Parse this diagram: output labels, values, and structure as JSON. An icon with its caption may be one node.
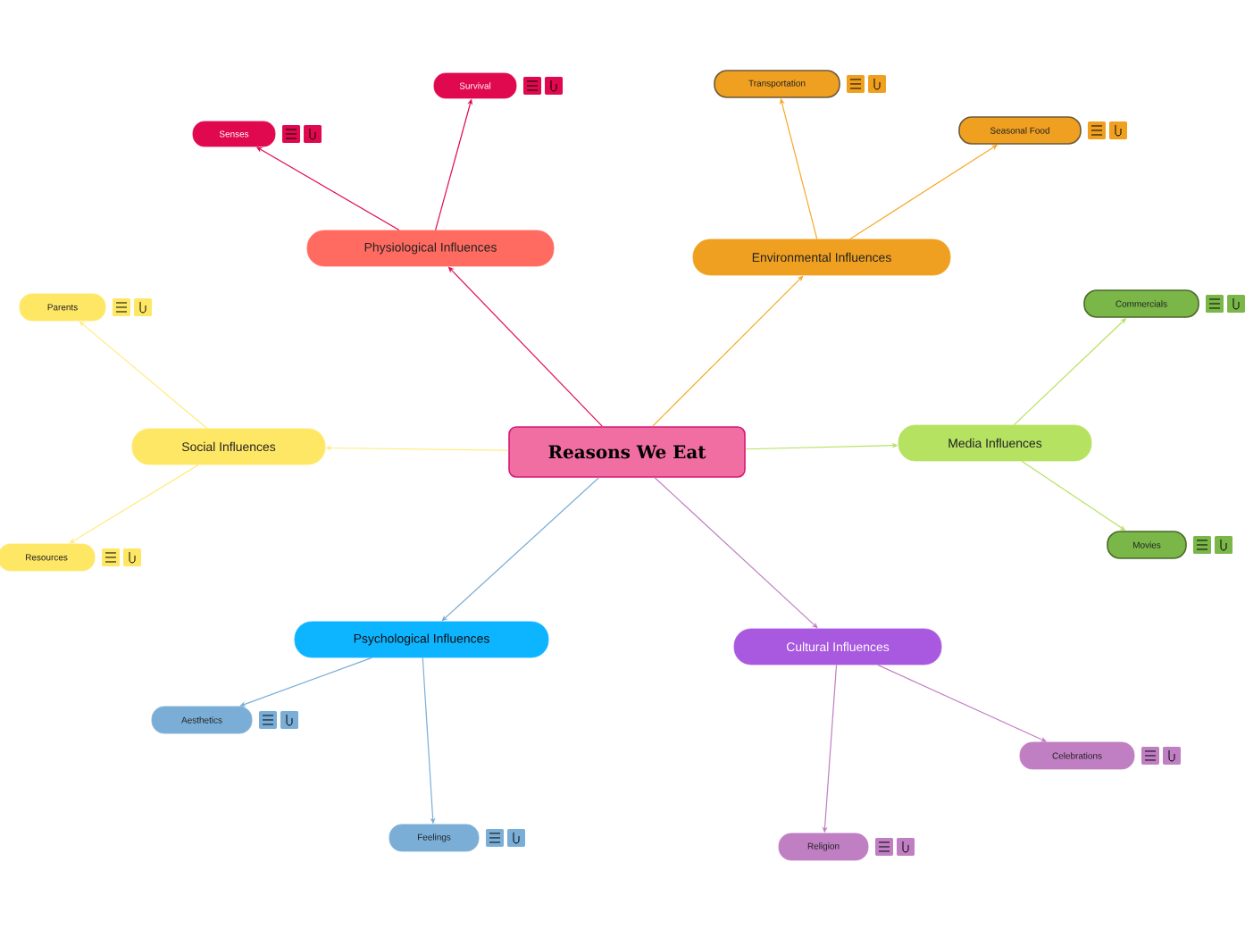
{
  "diagram": {
    "nodes": [
      {
        "text": [
          "Reasons We Eat"
        ]
      },
      {
        "text": [
          "Physiological Influences"
        ]
      },
      {
        "text": [
          "Senses"
        ]
      },
      {
        "text": [
          "Survival"
        ]
      },
      {
        "text": [
          "Environmental Influences"
        ]
      },
      {
        "text": [
          "Transportation"
        ]
      },
      {
        "text": [
          "Seasonal Food"
        ]
      },
      {
        "text": [
          "Social Influences"
        ]
      },
      {
        "text": [
          "Parents"
        ]
      },
      {
        "text": [
          "Resources"
        ]
      },
      {
        "text": [
          "Media Influences"
        ]
      },
      {
        "text": [
          "Commercials"
        ]
      },
      {
        "text": [
          "Movies"
        ]
      },
      {
        "text": [
          "Psychological Influences"
        ]
      },
      {
        "text": [
          "Aesthetics"
        ]
      },
      {
        "text": [
          "Feelings"
        ]
      },
      {
        "text": [
          "Cultural Influences"
        ]
      },
      {
        "text": [
          "Religion"
        ]
      },
      {
        "text": [
          "Celebrations"
        ]
      }
    ],
    "edges": [
      {
        "from": 0,
        "to": 1,
        "arrow": "to",
        "color": "#e0094f"
      },
      {
        "from": 1,
        "to": 2,
        "arrow": "to",
        "color": "#e0094f"
      },
      {
        "from": 1,
        "to": 3,
        "arrow": "to",
        "color": "#e0094f"
      },
      {
        "from": 0,
        "to": 4,
        "arrow": "to",
        "color": "#f7a825"
      },
      {
        "from": 4,
        "to": 5,
        "arrow": "to",
        "color": "#f7a825"
      },
      {
        "from": 4,
        "to": 6,
        "arrow": "to",
        "color": "#f7a825"
      },
      {
        "from": 0,
        "to": 7,
        "arrow": "to",
        "color": "#ffec80"
      },
      {
        "from": 7,
        "to": 8,
        "arrow": "to",
        "color": "#ffec80"
      },
      {
        "from": 7,
        "to": 9,
        "arrow": "to",
        "color": "#ffec80"
      },
      {
        "from": 0,
        "to": 10,
        "arrow": "to",
        "color": "#b5e261"
      },
      {
        "from": 10,
        "to": 11,
        "arrow": "to",
        "color": "#b5e261"
      },
      {
        "from": 10,
        "to": 12,
        "arrow": "to",
        "color": "#b5e261"
      },
      {
        "from": 0,
        "to": 13,
        "arrow": "to",
        "color": "#7baed6"
      },
      {
        "from": 13,
        "to": 14,
        "arrow": "to",
        "color": "#7baed6"
      },
      {
        "from": 13,
        "to": 15,
        "arrow": "to",
        "color": "#7baed6"
      },
      {
        "from": 0,
        "to": 16,
        "arrow": "to",
        "color": "#c07ec3"
      },
      {
        "from": 16,
        "to": 17,
        "arrow": "to",
        "color": "#c07ec3"
      },
      {
        "from": 16,
        "to": 18,
        "arrow": "to",
        "color": "#c07ec3"
      }
    ]
  }
}
